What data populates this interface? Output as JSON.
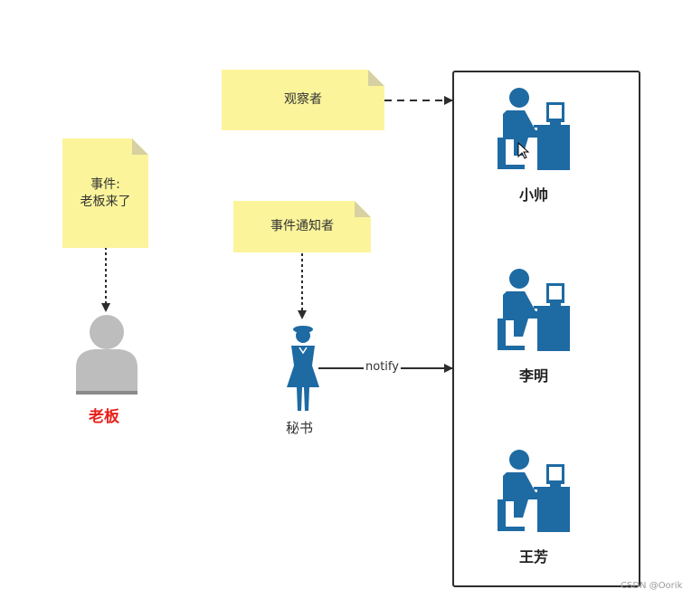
{
  "notes": {
    "event": "事件:\n老板来了",
    "observer": "观察者",
    "notifier": "事件通知者"
  },
  "boss": {
    "label": "老板"
  },
  "secretary": {
    "label": "秘书"
  },
  "arrows": {
    "notify_label": "notify"
  },
  "observers": [
    {
      "name": "小帅"
    },
    {
      "name": "李明"
    },
    {
      "name": "王芳"
    }
  ],
  "colors": {
    "note_fill": "#fbf49b",
    "worker_blue": "#1e6aa3",
    "boss_gray": "#bdbdbd",
    "boss_label": "#e8201a"
  },
  "watermark": "CSDN @Oorik"
}
